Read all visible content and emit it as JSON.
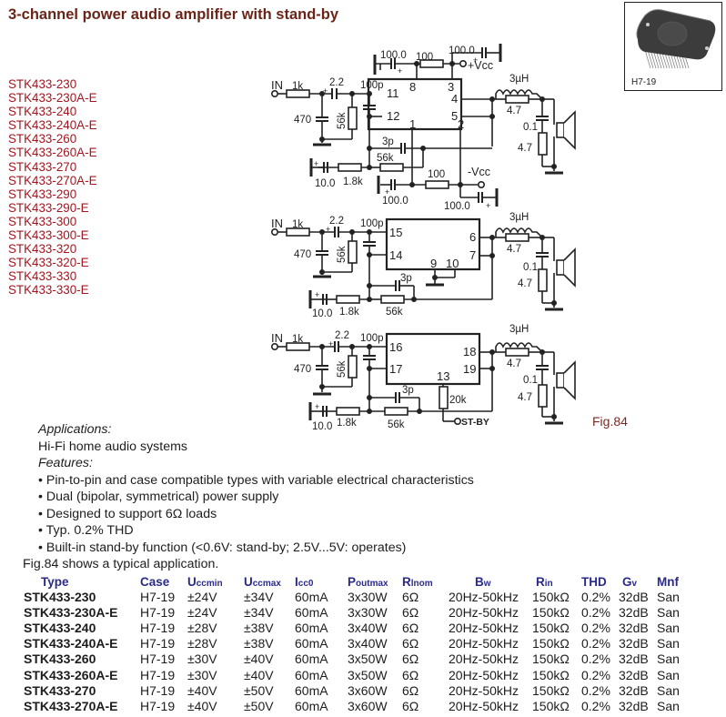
{
  "title": "3-channel power audio amplifier with stand-by",
  "package": {
    "label": "H7-19",
    "image": "hybrid-ic-package-image"
  },
  "part_numbers": [
    "STK433-230",
    "STK433-230A-E",
    "STK433-240",
    "STK433-240A-E",
    "STK433-260",
    "STK433-260A-E",
    "STK433-270",
    "STK433-270A-E",
    "STK433-290",
    "STK433-290-E",
    "STK433-300",
    "STK433-300-E",
    "STK433-320",
    "STK433-320-E",
    "STK433-330",
    "STK433-330-E"
  ],
  "schematic": {
    "figure_label": "Fig.84",
    "channel1": {
      "input": "IN",
      "r_in": "1k",
      "c_in": "2.2",
      "c_shunt": "470",
      "r_bias": "56k",
      "c_hf": "100p",
      "pins": [
        "11",
        "12",
        "8",
        "3",
        "4",
        "5",
        "1",
        "2"
      ],
      "c_top_left": "100.0",
      "r_top": "100",
      "c_top_right": "100.0",
      "vcc_pos": "+Vcc",
      "c_fb": "3p",
      "r_fb": "56k",
      "c_fb_gnd": "10.0",
      "r_fb_gnd": "1.8k",
      "c_bottom_left": "100.0",
      "r_bottom": "100",
      "c_bottom_right": "100.0",
      "vcc_neg": "-Vcc",
      "inductor": "3µH",
      "r_damp": "4.7",
      "c_zobel": "0.1",
      "r_zobel": "4.7"
    },
    "channel2": {
      "input": "IN",
      "r_in": "1k",
      "c_in": "2.2",
      "c_shunt": "470",
      "r_bias": "56k",
      "c_hf": "100p",
      "pins": [
        "15",
        "14",
        "9",
        "10",
        "6",
        "7"
      ],
      "c_fb": "3p",
      "r_fb": "56k",
      "c_fb_gnd": "10.0",
      "r_fb_gnd": "1.8k",
      "inductor": "3µH",
      "r_damp": "4.7",
      "c_zobel": "0.1",
      "r_zobel": "4.7"
    },
    "channel3": {
      "input": "IN",
      "r_in": "1k",
      "c_in": "2.2",
      "c_shunt": "470",
      "r_bias": "56k",
      "c_hf": "100p",
      "pins": [
        "16",
        "17",
        "13",
        "18",
        "19"
      ],
      "c_fb": "3p",
      "r_fb": "56k",
      "c_fb_gnd": "10.0",
      "r_fb_gnd": "1.8k",
      "r_standby": "20k",
      "standby_label": "ST-BY",
      "inductor": "3µH",
      "r_damp": "4.7",
      "c_zobel": "0.1",
      "r_zobel": "4.7"
    }
  },
  "description": {
    "applications_heading": "Applications:",
    "applications_text": "Hi-Fi home audio systems",
    "features_heading": "Features:",
    "features": [
      "• Pin-to-pin and case compatible types with variable electrical characteristics",
      "• Dual (bipolar, symmetrical) power supply",
      "• Designed to support 6Ω loads",
      "• Typ. 0.2% THD",
      "• Built-in stand-by function (<0.6V: stand-by; 2.5V...5V: operates)"
    ],
    "footer": "Fig.84 shows a typical application."
  },
  "table": {
    "headers": [
      {
        "main": "Type",
        "sub": ""
      },
      {
        "main": "Case",
        "sub": ""
      },
      {
        "main": "U",
        "sub": "ccmin"
      },
      {
        "main": "U",
        "sub": "ccmax"
      },
      {
        "main": "I",
        "sub": "cc0"
      },
      {
        "main": "P",
        "sub": "outmax"
      },
      {
        "main": "R",
        "sub": "lnom"
      },
      {
        "main": "B",
        "sub": "w"
      },
      {
        "main": "R",
        "sub": "in"
      },
      {
        "main": "THD",
        "sub": ""
      },
      {
        "main": "G",
        "sub": "v"
      },
      {
        "main": "Mnf",
        "sub": ""
      }
    ],
    "rows": [
      [
        "STK433-230",
        "H7-19",
        "±24V",
        "±34V",
        "60mA",
        "3x30W",
        "6Ω",
        "20Hz-50kHz",
        "150kΩ",
        "0.2%",
        "32dB",
        "San"
      ],
      [
        "STK433-230A-E",
        "H7-19",
        "±24V",
        "±34V",
        "60mA",
        "3x30W",
        "6Ω",
        "20Hz-50kHz",
        "150kΩ",
        "0.2%",
        "32dB",
        "San"
      ],
      [
        "STK433-240",
        "H7-19",
        "±28V",
        "±38V",
        "60mA",
        "3x40W",
        "6Ω",
        "20Hz-50kHz",
        "150kΩ",
        "0.2%",
        "32dB",
        "San"
      ],
      [
        "STK433-240A-E",
        "H7-19",
        "±28V",
        "±38V",
        "60mA",
        "3x40W",
        "6Ω",
        "20Hz-50kHz",
        "150kΩ",
        "0.2%",
        "32dB",
        "San"
      ],
      [
        "STK433-260",
        "H7-19",
        "±30V",
        "±40V",
        "60mA",
        "3x50W",
        "6Ω",
        "20Hz-50kHz",
        "150kΩ",
        "0.2%",
        "32dB",
        "San"
      ],
      [
        "STK433-260A-E",
        "H7-19",
        "±30V",
        "±40V",
        "60mA",
        "3x50W",
        "6Ω",
        "20Hz-50kHz",
        "150kΩ",
        "0.2%",
        "32dB",
        "San"
      ],
      [
        "STK433-270",
        "H7-19",
        "±40V",
        "±50V",
        "60mA",
        "3x60W",
        "6Ω",
        "20Hz-50kHz",
        "150kΩ",
        "0.2%",
        "32dB",
        "San"
      ],
      [
        "STK433-270A-E",
        "H7-19",
        "±40V",
        "±50V",
        "60mA",
        "3x60W",
        "6Ω",
        "20Hz-50kHz",
        "150kΩ",
        "0.2%",
        "32dB",
        "San"
      ]
    ]
  }
}
